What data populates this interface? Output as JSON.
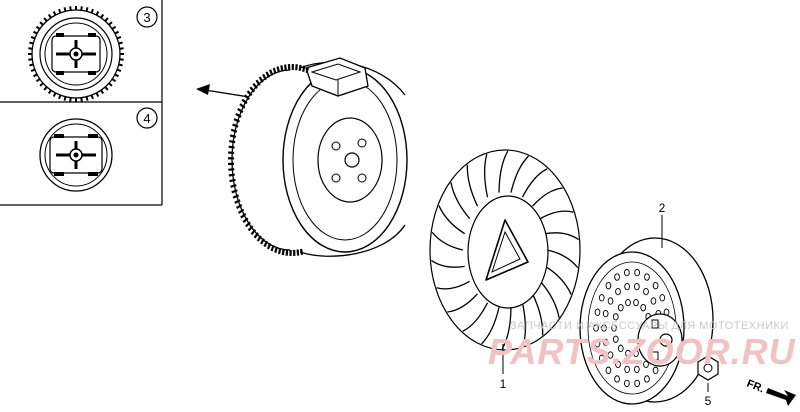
{
  "callouts": {
    "fan": "1",
    "pulley": "2",
    "nut": "5",
    "option_a": "3",
    "option_b": "4"
  },
  "watermark": {
    "line1": "ЗАПЧАСТИ И АКСЕССУАРЫ ДЛЯ МОТОТЕХНИКИ",
    "line2": "PARTS.ZOOR.RU"
  },
  "direction_label": "FR."
}
